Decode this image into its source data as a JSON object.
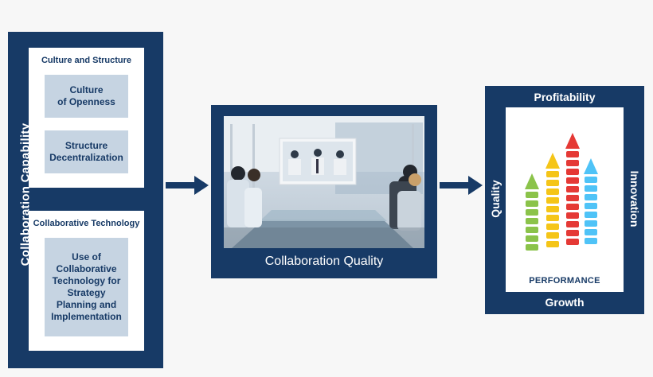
{
  "capability": {
    "label": "Collaboration Capability",
    "culture": {
      "title": "Culture and Structure",
      "items": [
        "Culture\nof Openness",
        "Structure\nDecentralization"
      ]
    },
    "technology": {
      "title": "Collaborative Technology",
      "items": [
        "Use of\nCollaborative\nTechnology for\nStrategy\nPlanning and\nImplementation"
      ]
    }
  },
  "quality": {
    "label": "Collaboration Quality"
  },
  "performance": {
    "top": "Profitability",
    "bottom": "Growth",
    "left": "Quality",
    "right": "Innovation",
    "word": "PERFORMANCE"
  },
  "colors": {
    "navy": "#173a66",
    "light_box": "#c6d4e2",
    "green": "#8bc34a",
    "yellow": "#f5c518",
    "red": "#e53935",
    "blue": "#4fc3f7"
  }
}
